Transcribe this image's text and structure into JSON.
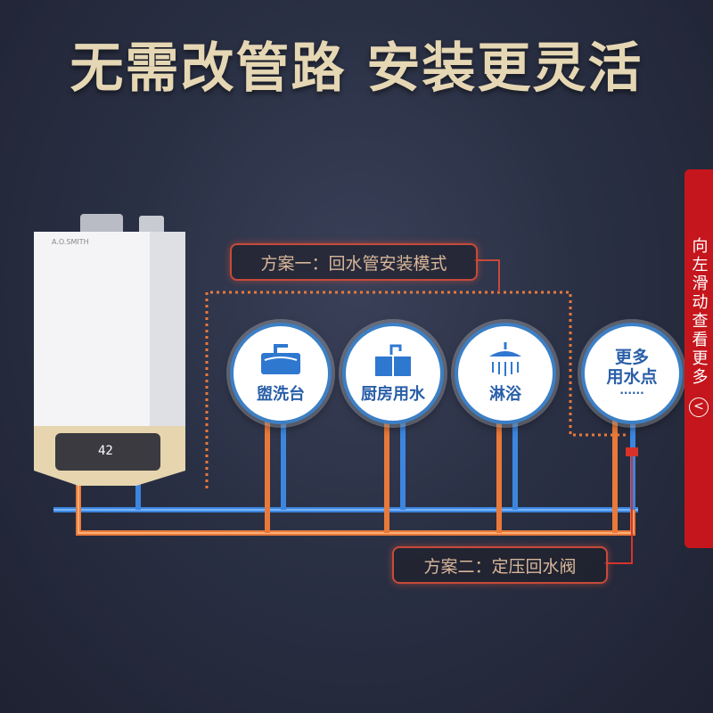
{
  "title": "无需改管路 安装更灵活",
  "scheme1_label": "方案一：回水管安装模式",
  "scheme2_label": "方案二：定压回水阀",
  "fixtures": [
    {
      "label": "盥洗台",
      "icon": "washbasin-icon"
    },
    {
      "label": "厨房用水",
      "icon": "kitchen-sink-icon"
    },
    {
      "label": "淋浴",
      "icon": "shower-icon"
    }
  ],
  "more_points": {
    "line1": "更多",
    "line2": "用水点",
    "dots": "······"
  },
  "heater": {
    "display": "42",
    "brand": "A.O.SMITH"
  },
  "side_tab": {
    "text": "向左滑动查看更多",
    "arrow": "<"
  },
  "colors": {
    "title": "#e6d7b4",
    "hot_pipe": "#e8793a",
    "cold_pipe": "#3c86e0",
    "accent": "#c4161c"
  }
}
